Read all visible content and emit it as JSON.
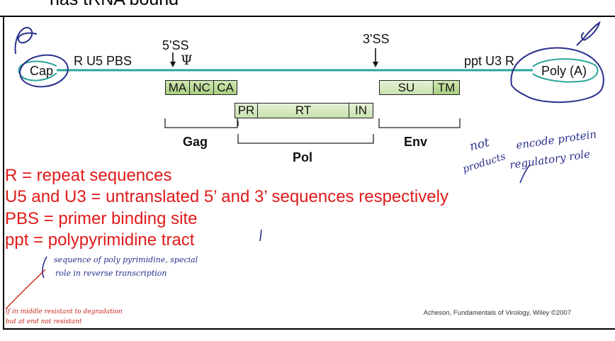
{
  "header": {
    "cut_text": "has tRNA bound"
  },
  "genome": {
    "left_end": "Cap",
    "left_elements": "R U5 PBS",
    "psi": "Ψ",
    "splice_5": "5'SS",
    "splice_3": "3'SS",
    "right_elements": "ppt U3 R",
    "right_end": "Poly (A)",
    "gag_domains": [
      "MA",
      "NC",
      "CA"
    ],
    "pol_domains": [
      "PR",
      "RT",
      "IN"
    ],
    "env_domains": [
      "SU",
      "TM"
    ],
    "gene_labels": {
      "gag": "Gag",
      "pol": "Pol",
      "env": "Env"
    }
  },
  "definitions": {
    "r": "R = repeat sequences",
    "u5u3": "U5 and U3 = untranslated 5’ and 3’ sequences respectively",
    "pbs": "PBS = primer binding site",
    "ppt": "ppt = polypyrimidine tract"
  },
  "annotations": {
    "note1_a": "not",
    "note1_b": "encode protein",
    "note1_c": "products",
    "note1_d": "regulatory role",
    "note2_a": "sequence of poly pyrimidine, special",
    "note2_b": "role in reverse transcription",
    "note3_a": "if in middle resistant to degradation",
    "note3_b": "but at end not resistant"
  },
  "credit": "Acheson, Fundamentals of Virology, Wiley ©2007",
  "colors": {
    "genome_line": "#2aa59a",
    "definition_text": "#e01a1a",
    "handwriting": "#2a2f8c",
    "box_fill": "#b9db95"
  }
}
